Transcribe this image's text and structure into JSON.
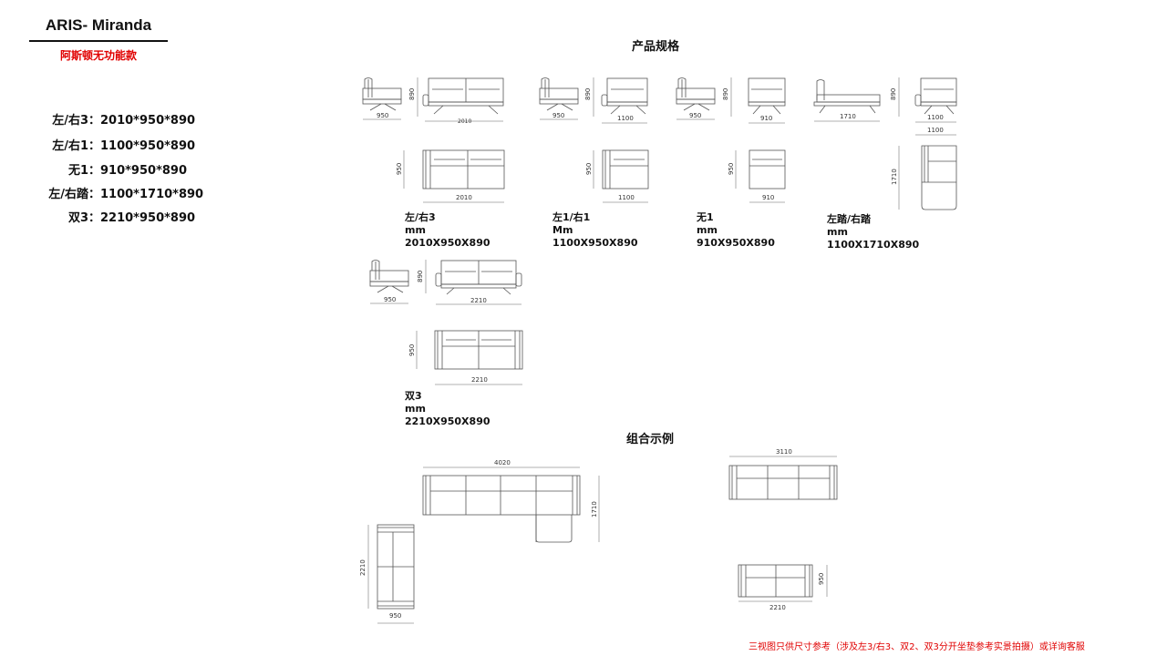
{
  "header": {
    "title": "ARIS- Miranda",
    "subtitle": "阿斯顿无功能款"
  },
  "specs": [
    {
      "name": "左/右3：",
      "dims": "2010*950*890"
    },
    {
      "name": "左/右1：",
      "dims": "1100*950*890"
    },
    {
      "name": "无1：",
      "dims": "910*950*890"
    },
    {
      "name": "左/右踏：",
      "dims": "1100*1710*890"
    },
    {
      "name": "双3：",
      "dims": "2210*950*890"
    }
  ],
  "section_spec": "产品规格",
  "section_combo": "组合示例",
  "products": [
    {
      "caption": "左/右3",
      "unit": "mm",
      "size": "2010X950X890",
      "side_w": "950",
      "height": "890",
      "front_w": "2010",
      "depth": "950",
      "top_w": "2010"
    },
    {
      "caption": "左1/右1",
      "unit": "Mm",
      "size": "1100X950X890",
      "side_w": "950",
      "height": "890",
      "front_w": "1100",
      "depth": "950",
      "top_w": "1100"
    },
    {
      "caption": "无1",
      "unit": "mm",
      "size": "910X950X890",
      "side_w": "950",
      "height": "890",
      "front_w": "910",
      "depth": "950",
      "top_w": "910"
    },
    {
      "caption": "左踏/右踏",
      "unit": "mm",
      "size": "1100X1710X890",
      "side_w": "1710",
      "height": "890",
      "front_w": "1100",
      "front_w2": "1100",
      "depth": "1710"
    },
    {
      "caption": "双3",
      "unit": "mm",
      "size": "2210X950X890",
      "side_w": "950",
      "height": "890",
      "front_w": "2210",
      "depth": "950",
      "top_w": "2210"
    }
  ],
  "combos": [
    {
      "width": "4020",
      "depth": "1710",
      "sofa_len": "2210",
      "sofa_depth": "950"
    },
    {
      "width": "3110",
      "sofa_depth": "950",
      "sofa_len": "2210"
    }
  ],
  "footer": "三视图只供尺寸参考（涉及左3/右3、双2、双3分开坐垫参考实景拍摄）或详询客服"
}
